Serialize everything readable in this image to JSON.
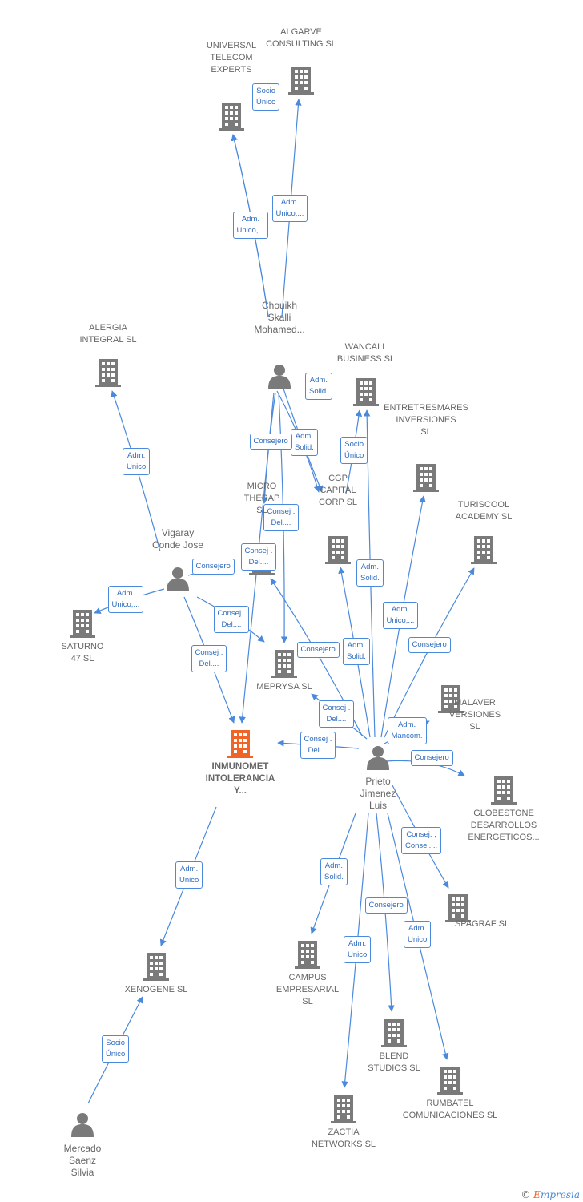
{
  "colors": {
    "edge": "#4a89dc",
    "company": "#7a7a7a",
    "main_company": "#f06428",
    "person": "#7a7a7a"
  },
  "nodes": [
    {
      "id": "algarve",
      "type": "company",
      "label": "ALGARVE\nCONSULTING SL"
    },
    {
      "id": "universal",
      "type": "company",
      "label": "UNIVERSAL\nTELECOM\nEXPERTS"
    },
    {
      "id": "chouikh",
      "type": "person",
      "label": "Chouikh\nSkalli\nMohamed..."
    },
    {
      "id": "alergia",
      "type": "company",
      "label": "ALERGIA\nINTEGRAL SL"
    },
    {
      "id": "wancall",
      "type": "company",
      "label": "WANCALL\nBUSINESS SL"
    },
    {
      "id": "entretres",
      "type": "company",
      "label": "ENTRETRESMARES\nINVERSIONES\nSL"
    },
    {
      "id": "cgp",
      "type": "company",
      "label": "CGP\nCAPITAL\nCORP SL"
    },
    {
      "id": "micro",
      "type": "company",
      "label": "MICRO\nTHERAP\nSL"
    },
    {
      "id": "turiscool",
      "type": "company",
      "label": "TURISCOOL\nACADEMY SL"
    },
    {
      "id": "vigaray",
      "type": "person",
      "label": "Vigaray\nConde Jose"
    },
    {
      "id": "saturno",
      "type": "company",
      "label": "SATURNO\n47 SL"
    },
    {
      "id": "meprysa",
      "type": "company",
      "label": "MEPRYSA SL"
    },
    {
      "id": "malaver",
      "type": "company",
      "label": "MALAVER\nVERSIONES\nSL"
    },
    {
      "id": "inmunomet",
      "type": "main",
      "label": "INMUNOMET\nINTOLERANCIA\nY..."
    },
    {
      "id": "prieto",
      "type": "person",
      "label": "Prieto\nJimenez\nLuis"
    },
    {
      "id": "globestone",
      "type": "company",
      "label": "GLOBESTONE\nDESARROLLOS\nENERGETICOS..."
    },
    {
      "id": "spagraf",
      "type": "company",
      "label": "SPAGRAF SL"
    },
    {
      "id": "xenogene",
      "type": "company",
      "label": "XENOGENE SL"
    },
    {
      "id": "campus",
      "type": "company",
      "label": "CAMPUS\nEMPRESARIAL\nSL"
    },
    {
      "id": "blend",
      "type": "company",
      "label": "BLEND\nSTUDIOS SL"
    },
    {
      "id": "rumbatel",
      "type": "company",
      "label": "RUMBATEL\nCOMUNICACIONES SL"
    },
    {
      "id": "zactia",
      "type": "company",
      "label": "ZACTIA\nNETWORKS SL"
    },
    {
      "id": "mercado",
      "type": "person",
      "label": "Mercado\nSaenz\nSilvia"
    }
  ],
  "edges": [
    {
      "from": "chouikh",
      "to": "universal",
      "label": "Adm.\nUnico,..."
    },
    {
      "from": "chouikh",
      "to": "algarve",
      "label": "Adm.\nUnico,..."
    },
    {
      "from": "chouikh",
      "to": "universal",
      "label": "Socio\nÚnico"
    },
    {
      "from": "chouikh",
      "to": "cgp",
      "label": "Adm.\nSolid."
    },
    {
      "from": "chouikh",
      "to": "cgp",
      "label": "Adm.\nSolid."
    },
    {
      "from": "chouikh",
      "to": "micro",
      "label": "Consejero"
    },
    {
      "from": "chouikh",
      "to": "meprysa",
      "label": "Consej .\nDel...."
    },
    {
      "from": "chouikh",
      "to": "inmunomet",
      "label": "Consej .\nDel...."
    },
    {
      "from": "vigaray",
      "to": "alergia",
      "label": "Adm.\nUnico"
    },
    {
      "from": "vigaray",
      "to": "micro",
      "label": "Consejero"
    },
    {
      "from": "vigaray",
      "to": "saturno",
      "label": "Adm.\nUnico,..."
    },
    {
      "from": "vigaray",
      "to": "meprysa",
      "label": "Consej .\nDel...."
    },
    {
      "from": "vigaray",
      "to": "inmunomet",
      "label": "Consej .\nDel...."
    },
    {
      "from": "cgp",
      "to": "wancall",
      "label": "Socio\nÚnico"
    },
    {
      "from": "prieto",
      "to": "wancall",
      "label": "Adm.\nSolid."
    },
    {
      "from": "prieto",
      "to": "entretres",
      "label": "Adm.\nUnico,..."
    },
    {
      "from": "prieto",
      "to": "cgp",
      "label": "Adm.\nSolid."
    },
    {
      "from": "prieto",
      "to": "turiscool",
      "label": "Consejero"
    },
    {
      "from": "prieto",
      "to": "micro",
      "label": "Consejero"
    },
    {
      "from": "prieto",
      "to": "meprysa",
      "label": "Consej .\nDel...."
    },
    {
      "from": "prieto",
      "to": "inmunomet",
      "label": "Consej .\nDel...."
    },
    {
      "from": "prieto",
      "to": "malaver",
      "label": "Adm.\nMancom."
    },
    {
      "from": "prieto",
      "to": "globestone",
      "label": "Consejero"
    },
    {
      "from": "prieto",
      "to": "spagraf",
      "label": "Consej. ,\nConsej...."
    },
    {
      "from": "prieto",
      "to": "campus",
      "label": "Adm.\nSolid."
    },
    {
      "from": "prieto",
      "to": "blend",
      "label": "Consejero"
    },
    {
      "from": "prieto",
      "to": "zactia",
      "label": "Adm.\nUnico"
    },
    {
      "from": "prieto",
      "to": "rumbatel",
      "label": "Adm.\nUnico"
    },
    {
      "from": "inmunomet",
      "to": "xenogene",
      "label": "Adm.\nUnico"
    },
    {
      "from": "mercado",
      "to": "xenogene",
      "label": "Socio\nÚnico"
    }
  ],
  "footer": {
    "copyright": "©",
    "brand_initial": "E",
    "brand_rest": "mpresia"
  }
}
